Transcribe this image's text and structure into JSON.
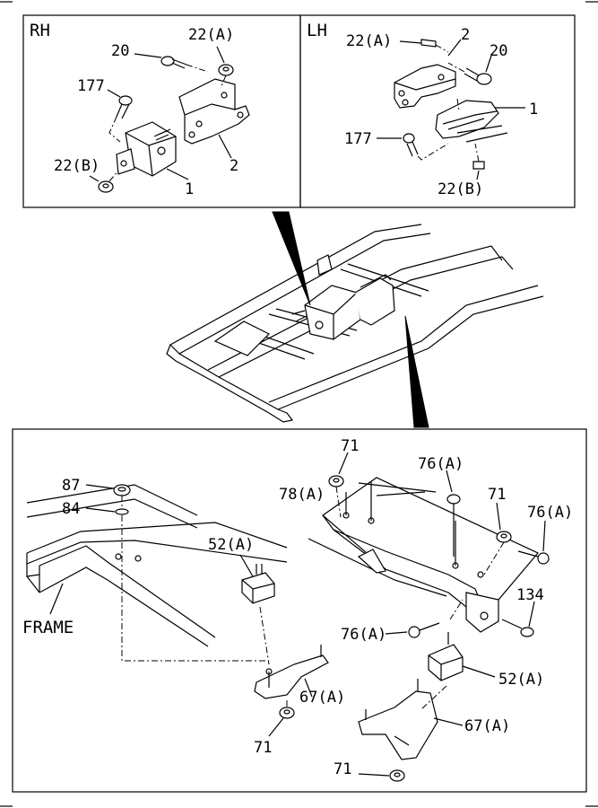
{
  "panels": {
    "rh": {
      "title": "RH"
    },
    "lh": {
      "title": "LH"
    },
    "bottom": {
      "frame_label": "FRAME"
    }
  },
  "callouts": {
    "rh": [
      "22(A)",
      "20",
      "177",
      "22(B)",
      "1",
      "2"
    ],
    "lh": [
      "22(A)",
      "2",
      "20",
      "1",
      "177",
      "22(B)"
    ],
    "bottom": [
      "87",
      "84",
      "52(A)",
      "71",
      "78(A)",
      "76(A)",
      "71",
      "76(A)",
      "134",
      "76(A)",
      "52(A)",
      "67(A)",
      "67(A)",
      "71",
      "71"
    ]
  }
}
